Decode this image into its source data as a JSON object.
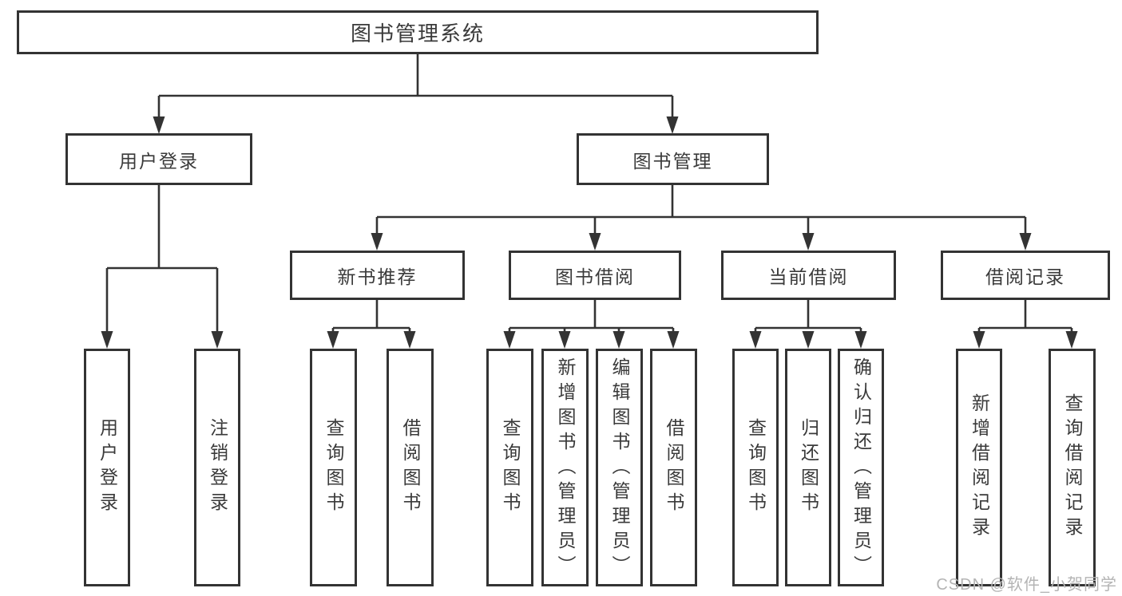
{
  "diagram": {
    "root": {
      "label": "图书管理系统"
    },
    "branches": [
      {
        "label": "用户登录",
        "children": [
          {
            "label": "用户登录"
          },
          {
            "label": "注销登录"
          }
        ]
      },
      {
        "label": "图书管理",
        "groups": [
          {
            "label": "新书推荐",
            "children": [
              "查询图书",
              "借阅图书"
            ]
          },
          {
            "label": "图书借阅",
            "children": [
              "查询图书",
              "新增图书（管理员）",
              "编辑图书（管理员）",
              "借阅图书"
            ]
          },
          {
            "label": "当前借阅",
            "children": [
              "查询图书",
              "归还图书",
              "确认归还（管理员）"
            ]
          },
          {
            "label": "借阅记录",
            "children": [
              "新增借阅记录",
              "查询借阅记录"
            ]
          }
        ]
      }
    ]
  },
  "watermark": {
    "text": "CSDN @软件_小贺同学"
  },
  "colors": {
    "line": "#333333",
    "box_border": "#333333",
    "text": "#3a3a3a",
    "watermark": "#b4b4b4",
    "background": "#ffffff"
  }
}
